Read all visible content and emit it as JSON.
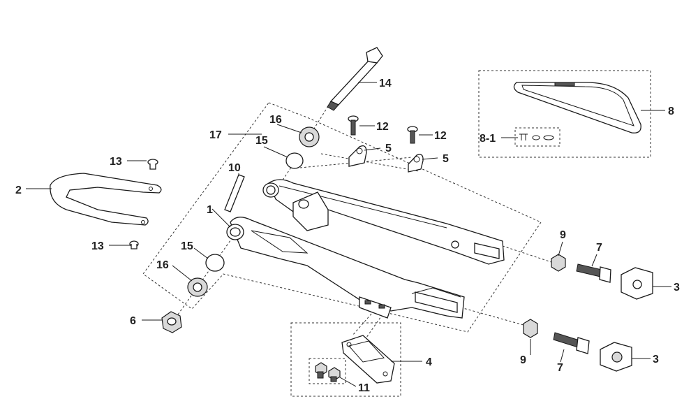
{
  "callouts": [
    {
      "id": "lbl-1",
      "text": "1"
    },
    {
      "id": "lbl-2",
      "text": "2"
    },
    {
      "id": "lbl-3a",
      "text": "3"
    },
    {
      "id": "lbl-3b",
      "text": "3"
    },
    {
      "id": "lbl-4",
      "text": "4"
    },
    {
      "id": "lbl-5a",
      "text": "5"
    },
    {
      "id": "lbl-5b",
      "text": "5"
    },
    {
      "id": "lbl-6",
      "text": "6"
    },
    {
      "id": "lbl-7a",
      "text": "7"
    },
    {
      "id": "lbl-7b",
      "text": "7"
    },
    {
      "id": "lbl-8",
      "text": "8"
    },
    {
      "id": "lbl-8-1",
      "text": "8-1"
    },
    {
      "id": "lbl-9a",
      "text": "9"
    },
    {
      "id": "lbl-9b",
      "text": "9"
    },
    {
      "id": "lbl-10",
      "text": "10"
    },
    {
      "id": "lbl-11",
      "text": "11"
    },
    {
      "id": "lbl-12a",
      "text": "12"
    },
    {
      "id": "lbl-12b",
      "text": "12"
    },
    {
      "id": "lbl-13a",
      "text": "13"
    },
    {
      "id": "lbl-13b",
      "text": "13"
    },
    {
      "id": "lbl-14",
      "text": "14"
    },
    {
      "id": "lbl-15a",
      "text": "15"
    },
    {
      "id": "lbl-15b",
      "text": "15"
    },
    {
      "id": "lbl-16a",
      "text": "16"
    },
    {
      "id": "lbl-16b",
      "text": "16"
    },
    {
      "id": "lbl-17",
      "text": "17"
    }
  ]
}
